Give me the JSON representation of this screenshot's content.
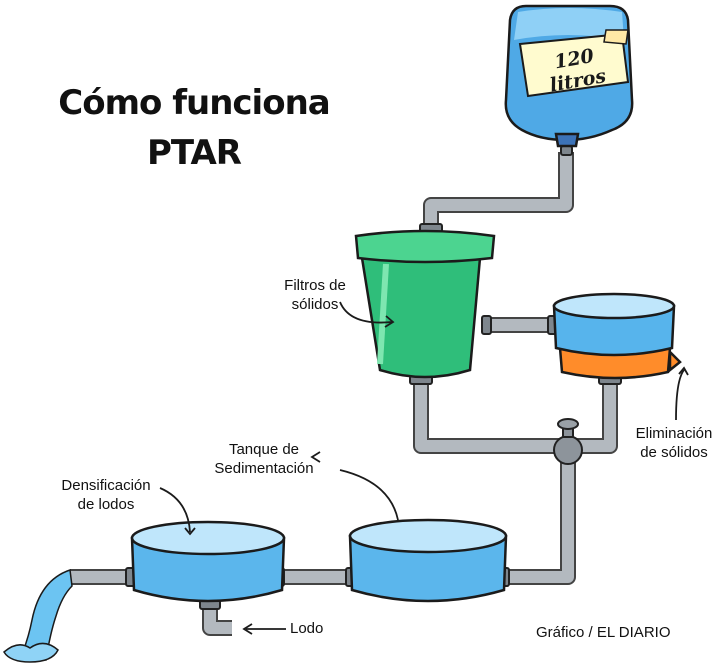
{
  "title": {
    "line1": "Cómo funciona",
    "line2": "PTAR"
  },
  "bottle": {
    "label": "120 litros"
  },
  "labels": {
    "filtros": {
      "line1": "Filtros de",
      "line2": "sólidos"
    },
    "eliminacion": {
      "line1": "Eliminación",
      "line2": "de sólidos"
    },
    "tanque": {
      "line1": "Tanque de",
      "line2": "Sedimentación"
    },
    "densificacion": {
      "line1": "Densificación",
      "line2": "de lodos"
    },
    "lodo": "Lodo"
  },
  "credit": "Gráfico / EL DIARIO",
  "colors": {
    "water_blue": "#5bb6ec",
    "water_top": "#bfe6fb",
    "filter_green": "#2fbe7a",
    "solids_orange": "#ff8c2a",
    "pipe_gray": "#a9b0b6"
  }
}
